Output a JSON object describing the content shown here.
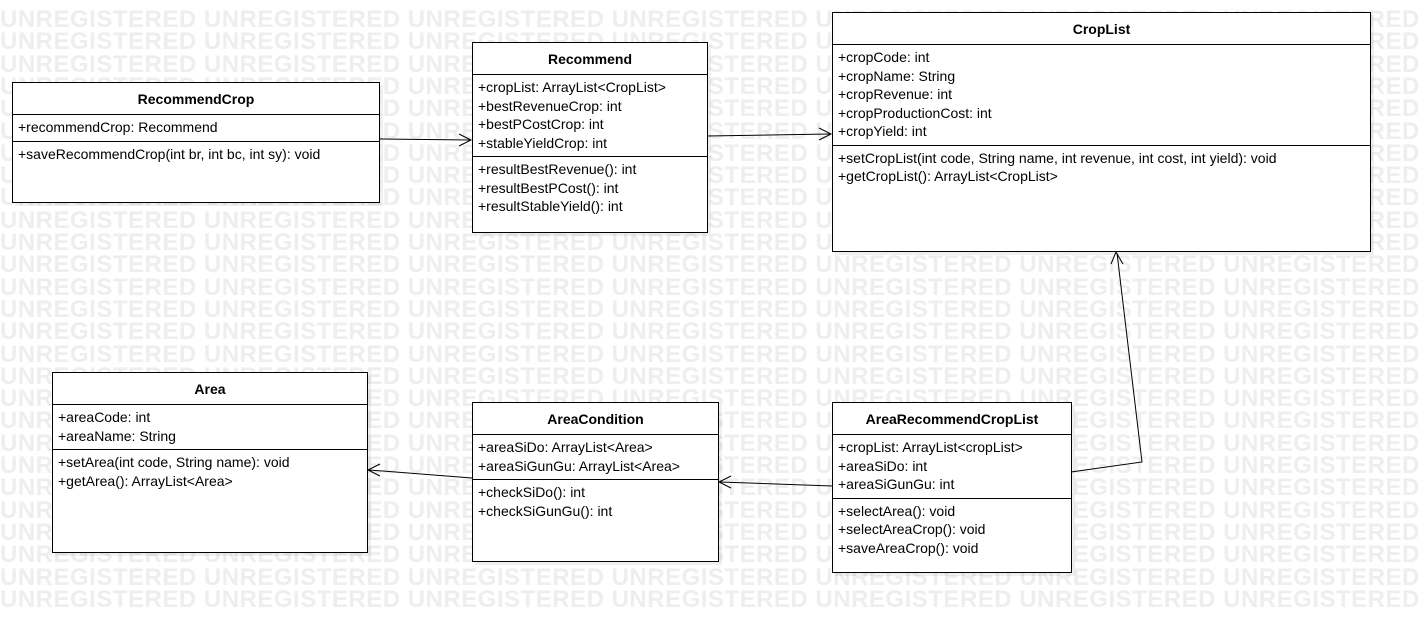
{
  "watermark": {
    "text": "UNREGISTERED UNREGISTERED UNREGISTERED UNREGISTERED UNREGISTERED UNREGISTERED UNREGISTERED UNREGISTERED",
    "color": "#eeeeee"
  },
  "classes": {
    "recommend_crop": {
      "name": "RecommendCrop",
      "attributes": [
        "+recommendCrop: Recommend"
      ],
      "operations": [
        "+saveRecommendCrop(int br, int bc, int sy): void"
      ]
    },
    "recommend": {
      "name": "Recommend",
      "attributes": [
        "+cropList: ArrayList<CropList>",
        "+bestRevenueCrop: int",
        "+bestPCostCrop: int",
        "+stableYieldCrop: int"
      ],
      "operations": [
        "+resultBestRevenue(): int",
        "+resultBestPCost(): int",
        "+resultStableYield(): int"
      ]
    },
    "crop_list": {
      "name": "CropList",
      "attributes": [
        "+cropCode: int",
        "+cropName: String",
        "+cropRevenue: int",
        "+cropProductionCost: int",
        "+cropYield: int"
      ],
      "operations": [
        "+setCropList(int code, String name, int revenue, int cost, int yield): void",
        "+getCropList(): ArrayList<CropList>"
      ]
    },
    "area": {
      "name": "Area",
      "attributes": [
        "+areaCode: int",
        "+areaName: String"
      ],
      "operations": [
        "+setArea(int code, String name): void",
        "+getArea(): ArrayList<Area>"
      ]
    },
    "area_condition": {
      "name": "AreaCondition",
      "attributes": [
        "+areaSiDo: ArrayList<Area>",
        "+areaSiGunGu: ArrayList<Area>"
      ],
      "operations": [
        "+checkSiDo(): int",
        "+checkSiGunGu(): int"
      ]
    },
    "area_recommend_crop_list": {
      "name": "AreaRecommendCropList",
      "attributes": [
        "+cropList: ArrayList<cropList>",
        "+areaSiDo: int",
        "+areaSiGunGu: int"
      ],
      "operations": [
        "+selectArea(): void",
        "+selectAreaCrop(): void",
        "+saveAreaCrop(): void"
      ]
    }
  },
  "associations": [
    {
      "from": "RecommendCrop",
      "to": "Recommend",
      "kind": "directed-association"
    },
    {
      "from": "Recommend",
      "to": "CropList",
      "kind": "directed-association"
    },
    {
      "from": "AreaCondition",
      "to": "Area",
      "kind": "directed-association"
    },
    {
      "from": "AreaRecommendCropList",
      "to": "AreaCondition",
      "kind": "directed-association"
    },
    {
      "from": "AreaRecommendCropList",
      "to": "CropList",
      "kind": "directed-association"
    }
  ]
}
